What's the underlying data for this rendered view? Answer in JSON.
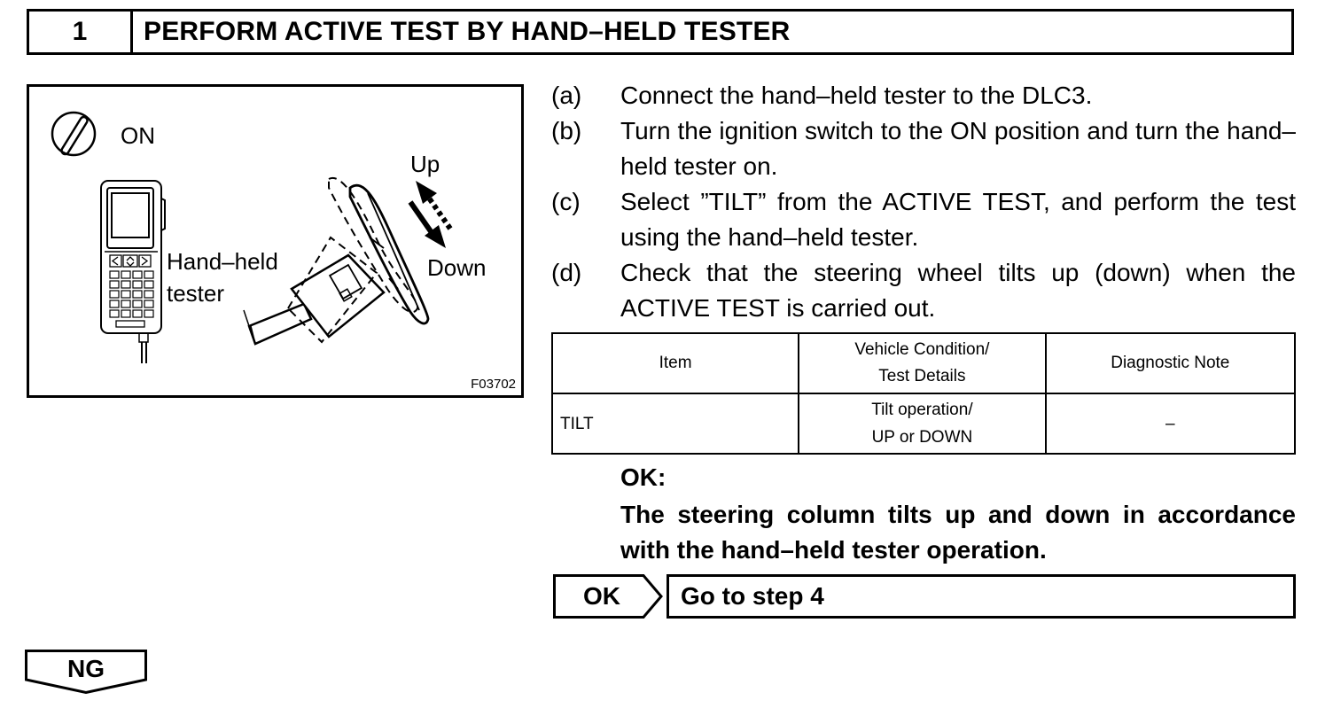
{
  "step": {
    "number": "1",
    "title": "PERFORM ACTIVE TEST BY HAND–HELD TESTER"
  },
  "figure": {
    "ignition_label": "ON",
    "tester_label_line1": "Hand–held",
    "tester_label_line2": "tester",
    "up_label": "Up",
    "down_label": "Down",
    "code": "F03702"
  },
  "instructions": [
    {
      "label": "(a)",
      "text": "Connect the hand–held tester to the DLC3."
    },
    {
      "label": "(b)",
      "text": "Turn the ignition switch to the ON position and turn the hand–held tester on."
    },
    {
      "label": "(c)",
      "text": "Select ”TILT” from the ACTIVE TEST, and perform the test using the hand–held tester."
    },
    {
      "label": "(d)",
      "text": "Check that the steering wheel tilts up (down) when the ACTIVE TEST is carried out."
    }
  ],
  "table": {
    "headers": [
      "Item",
      "Vehicle Condition/",
      "Test Details",
      "Diagnostic Note"
    ],
    "row": {
      "item": "TILT",
      "condition_line1": "Tilt operation/",
      "condition_line2": "UP or DOWN",
      "note": "–"
    }
  },
  "result": {
    "ok_label": "OK:",
    "ok_description": "The steering column tilts up and down in accordance with the hand–held tester operation."
  },
  "branches": {
    "ok_tag": "OK",
    "ok_target": "Go to step 4",
    "ng_tag": "NG"
  }
}
